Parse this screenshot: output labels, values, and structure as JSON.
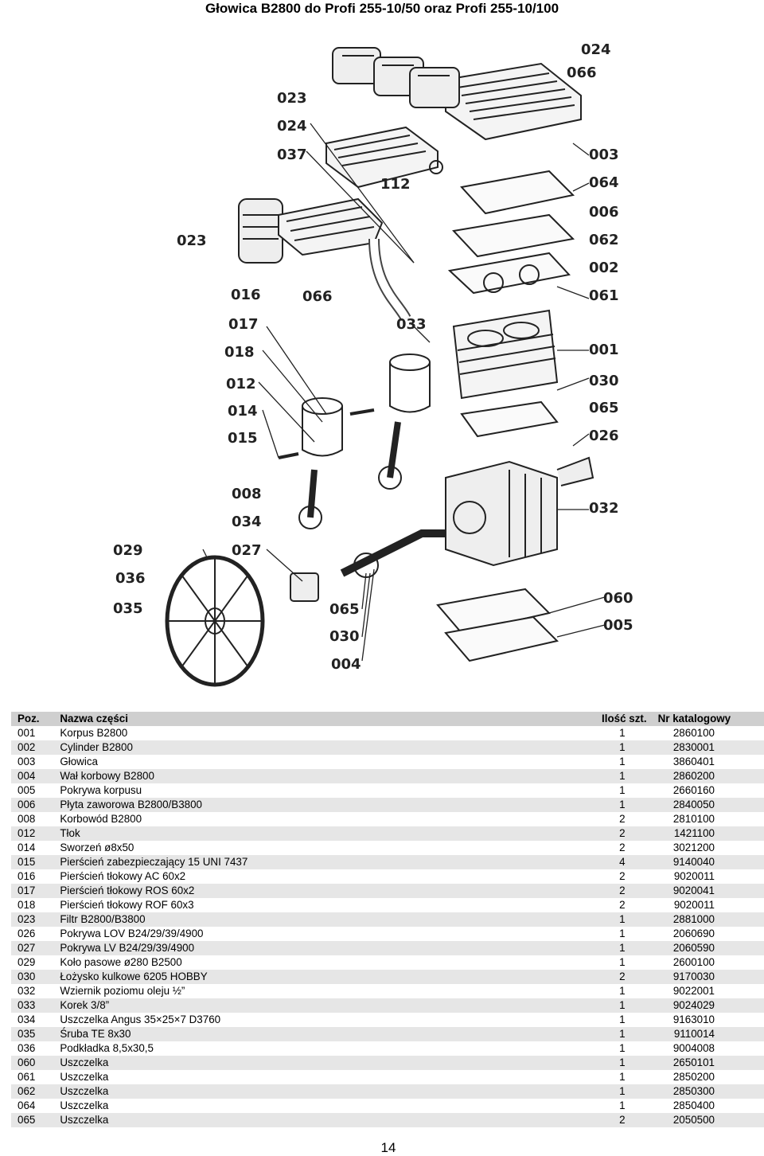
{
  "title": "Głowica  B2800 do Profi 255-10/50 oraz Profi 255-10/100",
  "diagram_labels": [
    "024",
    "066",
    "003",
    "064",
    "006",
    "062",
    "002",
    "061",
    "001",
    "030",
    "065",
    "026",
    "032",
    "060",
    "005",
    "023",
    "024",
    "037",
    "112",
    "023",
    "016",
    "066",
    "017",
    "033",
    "018",
    "012",
    "014",
    "015",
    "008",
    "034",
    "027",
    "029",
    "036",
    "035",
    "065",
    "030",
    "004"
  ],
  "table": {
    "headers": {
      "pos": "Poz.",
      "name": "Nazwa części",
      "qty": "Ilość szt.",
      "catalog": "Nr katalogowy"
    },
    "rows": [
      {
        "pos": "001",
        "name": "Korpus B2800",
        "qty": "1",
        "catalog": "2860100"
      },
      {
        "pos": "002",
        "name": "Cylinder B2800",
        "qty": "1",
        "catalog": "2830001"
      },
      {
        "pos": "003",
        "name": "Głowica",
        "qty": "1",
        "catalog": "3860401"
      },
      {
        "pos": "004",
        "name": "Wał korbowy B2800",
        "qty": "1",
        "catalog": "2860200"
      },
      {
        "pos": "005",
        "name": "Pokrywa korpusu",
        "qty": "1",
        "catalog": "2660160"
      },
      {
        "pos": "006",
        "name": "Płyta zaworowa B2800/B3800",
        "qty": "1",
        "catalog": "2840050"
      },
      {
        "pos": "008",
        "name": "Korbowód B2800",
        "qty": "2",
        "catalog": "2810100"
      },
      {
        "pos": "012",
        "name": "Tłok",
        "qty": "2",
        "catalog": "1421100"
      },
      {
        "pos": "014",
        "name": "Sworzeń ø8x50",
        "qty": "2",
        "catalog": "3021200"
      },
      {
        "pos": "015",
        "name": "Pierścień zabezpieczający 15 UNI 7437",
        "qty": "4",
        "catalog": "9140040"
      },
      {
        "pos": "016",
        "name": "Pierścień tłokowy AC 60x2",
        "qty": "2",
        "catalog": "9020011"
      },
      {
        "pos": "017",
        "name": "Pierścień tłokowy ROS 60x2",
        "qty": "2",
        "catalog": "9020041"
      },
      {
        "pos": "018",
        "name": "Pierścień tłokowy ROF 60x3",
        "qty": "2",
        "catalog": "9020011"
      },
      {
        "pos": "023",
        "name": "Filtr B2800/B3800",
        "qty": "1",
        "catalog": "2881000"
      },
      {
        "pos": "026",
        "name": "Pokrywa LOV B24/29/39/4900",
        "qty": "1",
        "catalog": "2060690"
      },
      {
        "pos": "027",
        "name": "Pokrywa LV B24/29/39/4900",
        "qty": "1",
        "catalog": "2060590"
      },
      {
        "pos": "029",
        "name": "Koło pasowe ø280 B2500",
        "qty": "1",
        "catalog": "2600100"
      },
      {
        "pos": "030",
        "name": "Łożysko kulkowe 6205 HOBBY",
        "qty": "2",
        "catalog": "9170030"
      },
      {
        "pos": "032",
        "name": "Wziernik poziomu oleju ½”",
        "qty": "1",
        "catalog": "9022001"
      },
      {
        "pos": "033",
        "name": "Korek 3/8”",
        "qty": "1",
        "catalog": "9024029"
      },
      {
        "pos": "034",
        "name": "Uszczelka Angus 35×25×7 D3760",
        "qty": "1",
        "catalog": "9163010"
      },
      {
        "pos": "035",
        "name": "Śruba TE 8x30",
        "qty": "1",
        "catalog": "9110014"
      },
      {
        "pos": "036",
        "name": "Podkładka 8,5x30,5",
        "qty": "1",
        "catalog": "9004008"
      },
      {
        "pos": "060",
        "name": "Uszczelka",
        "qty": "1",
        "catalog": "2650101"
      },
      {
        "pos": "061",
        "name": "Uszczelka",
        "qty": "1",
        "catalog": "2850200"
      },
      {
        "pos": "062",
        "name": "Uszczelka",
        "qty": "1",
        "catalog": "2850300"
      },
      {
        "pos": "064",
        "name": "Uszczelka",
        "qty": "1",
        "catalog": "2850400"
      },
      {
        "pos": "065",
        "name": "Uszczelka",
        "qty": "2",
        "catalog": "2050500"
      }
    ]
  },
  "page_number": "14"
}
